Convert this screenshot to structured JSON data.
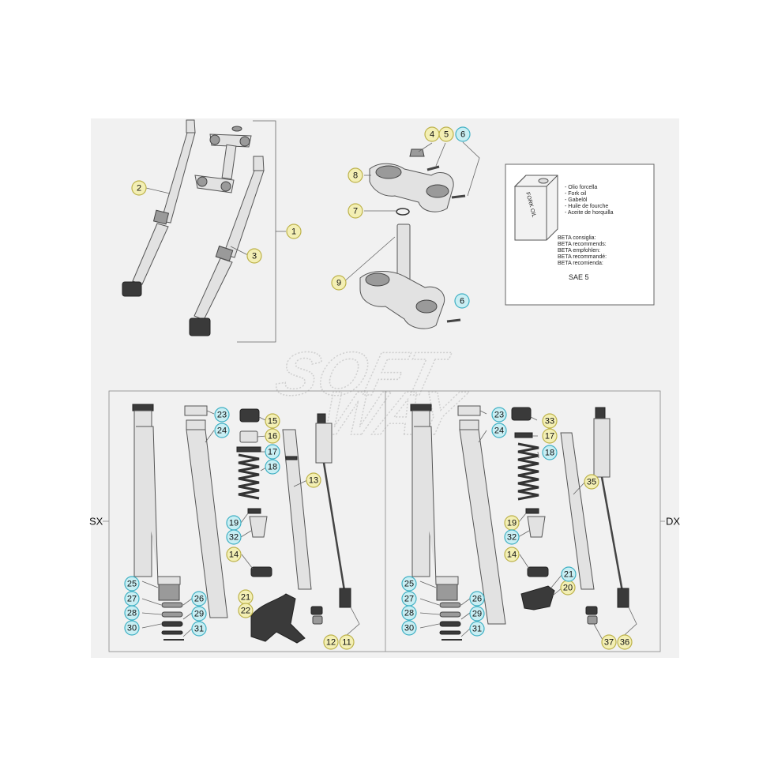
{
  "colors": {
    "callout_yellow": "#f3efb4",
    "callout_yellow_stroke": "#bdb24a",
    "callout_blue": "#c8eef3",
    "callout_blue_stroke": "#3fb0c4",
    "background": "#f1f1f1"
  },
  "watermark": {
    "line1": "SOFT",
    "line2": "WAY"
  },
  "oil_box": {
    "can_label": "FORK OIL",
    "languages": [
      "- Olio forcella",
      "- Fork oil",
      "- Gabelöl",
      "- Huile de fourche",
      "- Aceite de horquilla"
    ],
    "recommend": [
      "BETA consiglia:",
      "BETA recommends:",
      "BETA empfohlen:",
      "BETA recommandé:",
      "BETA recomienda:"
    ],
    "grade": "SAE 5"
  },
  "side_labels": {
    "left": "SX",
    "right": "DX"
  },
  "callouts": {
    "c1": "1",
    "c2": "2",
    "c3": "3",
    "c4": "4",
    "c5": "5",
    "c6a": "6",
    "c6b": "6",
    "c7": "7",
    "c8": "8",
    "c9": "9",
    "l11": "11",
    "l12": "12",
    "l13": "13",
    "l14": "14",
    "l15": "15",
    "l16": "16",
    "l17": "17",
    "l18": "18",
    "l19": "19",
    "l21": "21",
    "l22": "22",
    "l23": "23",
    "l24": "24",
    "l25": "25",
    "l26": "26",
    "l27": "27",
    "l28": "28",
    "l29": "29",
    "l30": "30",
    "l31": "31",
    "l32": "32",
    "r14": "14",
    "r17": "17",
    "r18": "18",
    "r19": "19",
    "r20": "20",
    "r21": "21",
    "r23": "23",
    "r24": "24",
    "r25": "25",
    "r26": "26",
    "r27": "27",
    "r28": "28",
    "r29": "29",
    "r30": "30",
    "r31": "31",
    "r32": "32",
    "r33": "33",
    "r35": "35",
    "r36": "36",
    "r37": "37"
  }
}
